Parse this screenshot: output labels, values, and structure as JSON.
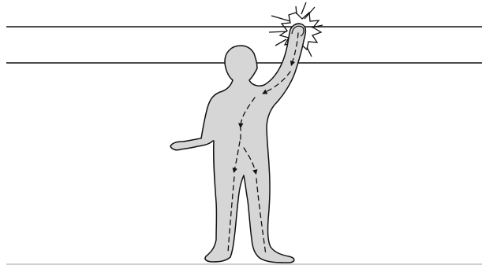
{
  "diagram": {
    "subject": "human-figure-touching-overhead-line",
    "colors": {
      "background": "#ffffff",
      "line": "#111111",
      "body_fill": "#d6d6d6",
      "body_stroke": "#111111",
      "ground": "#b5b5b5",
      "spark": "#111111",
      "current_path": "#111111"
    },
    "overhead_lines": 2,
    "current_paths": [
      "hand-to-shoulder",
      "shoulder-to-torso",
      "torso-to-left-leg",
      "torso-to-right-leg"
    ]
  }
}
